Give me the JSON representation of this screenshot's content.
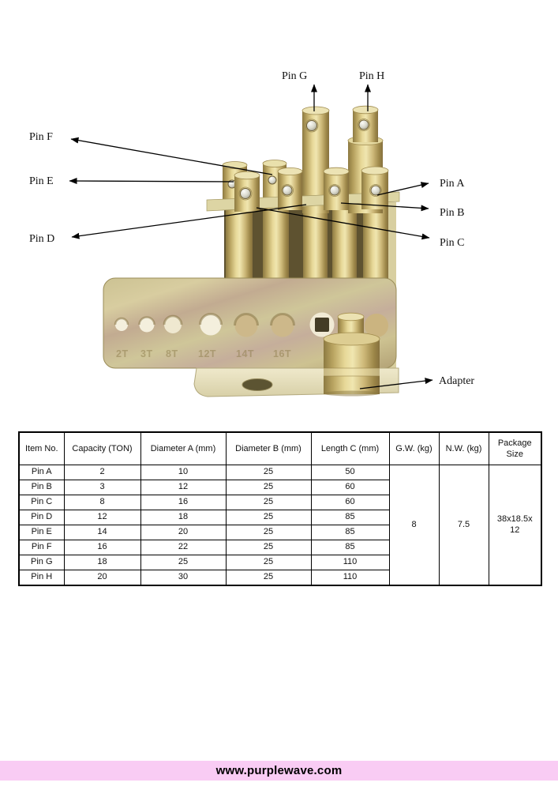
{
  "photo": {
    "labels": {
      "pin_g": "Pin G",
      "pin_h": "Pin H",
      "pin_f": "Pin F",
      "pin_e": "Pin E",
      "pin_d": "Pin D",
      "pin_a": "Pin A",
      "pin_b": "Pin B",
      "pin_c": "Pin C",
      "adapter": "Adapter"
    },
    "plate_markings": [
      "2T",
      "3T",
      "8T",
      "12T",
      "14T",
      "16T"
    ]
  },
  "table": {
    "headers": [
      "Item No.",
      "Capacity (TON)",
      "Diameter A (mm)",
      "Diameter B (mm)",
      "Length C (mm)",
      "G.W. (kg)",
      "N.W. (kg)",
      "Package Size"
    ],
    "rows": [
      {
        "item": "Pin A",
        "capacity": "2",
        "diameter_a": "10",
        "diameter_b": "25",
        "length_c": "50"
      },
      {
        "item": "Pin B",
        "capacity": "3",
        "diameter_a": "12",
        "diameter_b": "25",
        "length_c": "60"
      },
      {
        "item": "Pin C",
        "capacity": "8",
        "diameter_a": "16",
        "diameter_b": "25",
        "length_c": "60"
      },
      {
        "item": "Pin D",
        "capacity": "12",
        "diameter_a": "18",
        "diameter_b": "25",
        "length_c": "85"
      },
      {
        "item": "Pin E",
        "capacity": "14",
        "diameter_a": "20",
        "diameter_b": "25",
        "length_c": "85"
      },
      {
        "item": "Pin F",
        "capacity": "16",
        "diameter_a": "22",
        "diameter_b": "25",
        "length_c": "85"
      },
      {
        "item": "Pin G",
        "capacity": "18",
        "diameter_a": "25",
        "diameter_b": "25",
        "length_c": "110"
      },
      {
        "item": "Pin H",
        "capacity": "20",
        "diameter_a": "30",
        "diameter_b": "25",
        "length_c": "110"
      }
    ],
    "gw": "8",
    "nw": "7.5",
    "package_size": "38x18.5x\n12"
  },
  "footer": {
    "url": "www.purplewave.com",
    "bar_color": "#f9ccf4"
  },
  "colors": {
    "brass": "#cdb878",
    "plate": "#ccc293"
  }
}
